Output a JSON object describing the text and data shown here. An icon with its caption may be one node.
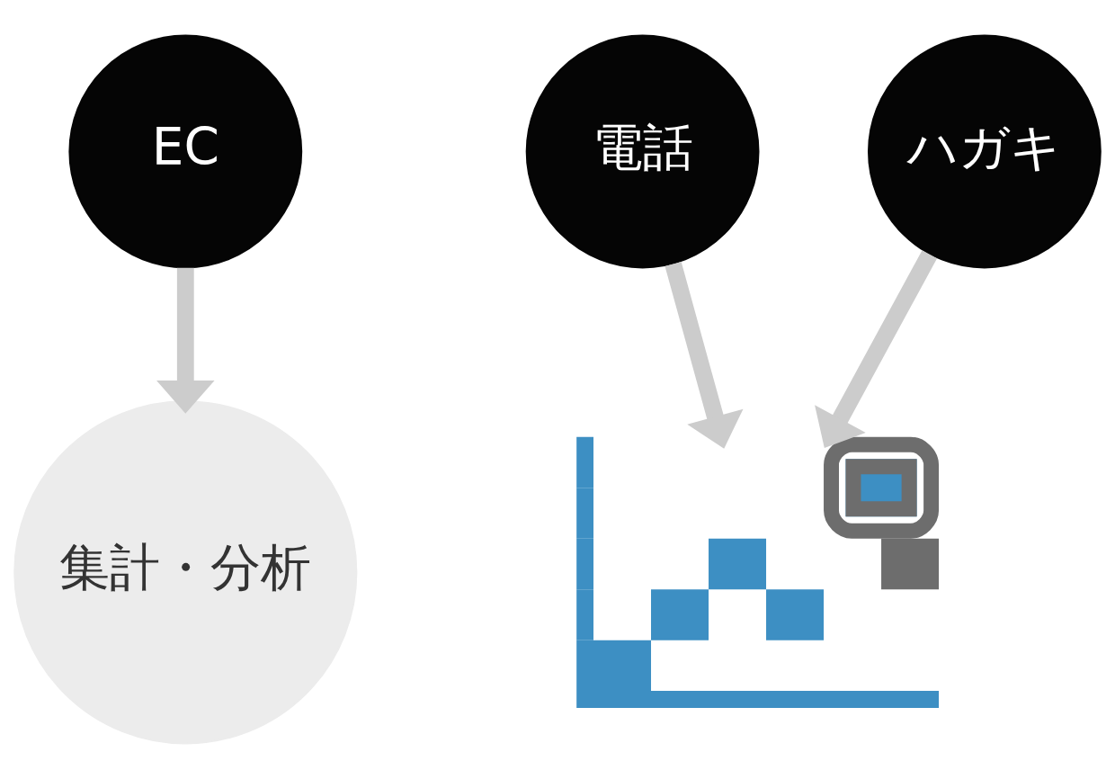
{
  "diagram": {
    "nodes": [
      {
        "text": [
          "EC"
        ]
      },
      {
        "text": [
          "電話"
        ]
      },
      {
        "text": [
          "ハガキ"
        ]
      },
      {
        "text": [
          "集計・分析"
        ]
      },
      {
        "text": [],
        "shape": "picture"
      }
    ],
    "edges": [
      {
        "from": 0,
        "to": 3,
        "arrow": "to"
      },
      {
        "from": 1,
        "to": 4,
        "arrow": "to"
      },
      {
        "from": 2,
        "to": 4,
        "arrow": "to"
      }
    ]
  }
}
